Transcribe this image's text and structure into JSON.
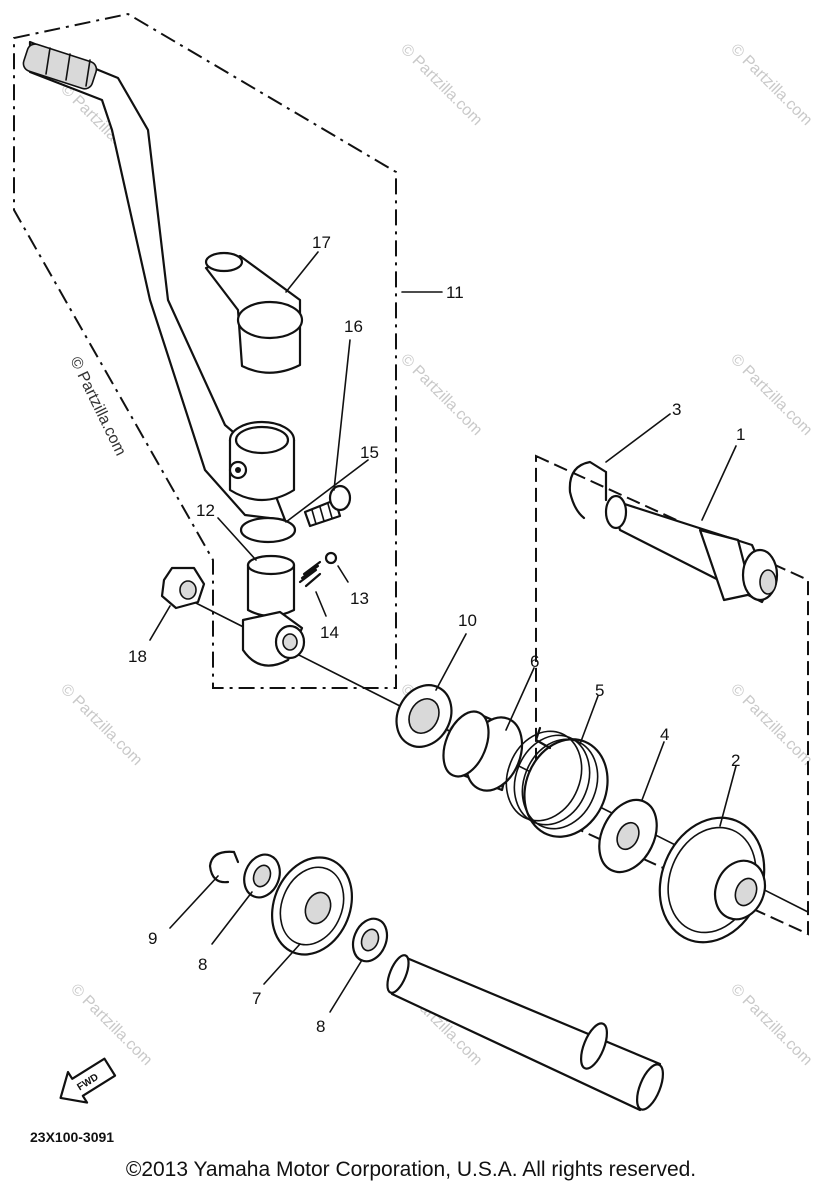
{
  "diagram": {
    "callouts": [
      "1",
      "2",
      "3",
      "4",
      "5",
      "6",
      "7",
      "8",
      "8",
      "9",
      "10",
      "11",
      "12",
      "13",
      "14",
      "15",
      "16",
      "17",
      "18"
    ],
    "part_code": "23X100-3091",
    "fwd_label": "FWD",
    "watermark": "© Partzilla.com"
  },
  "footer": {
    "copyright": "©2013 Yamaha Motor Corporation, U.S.A. All rights reserved."
  }
}
